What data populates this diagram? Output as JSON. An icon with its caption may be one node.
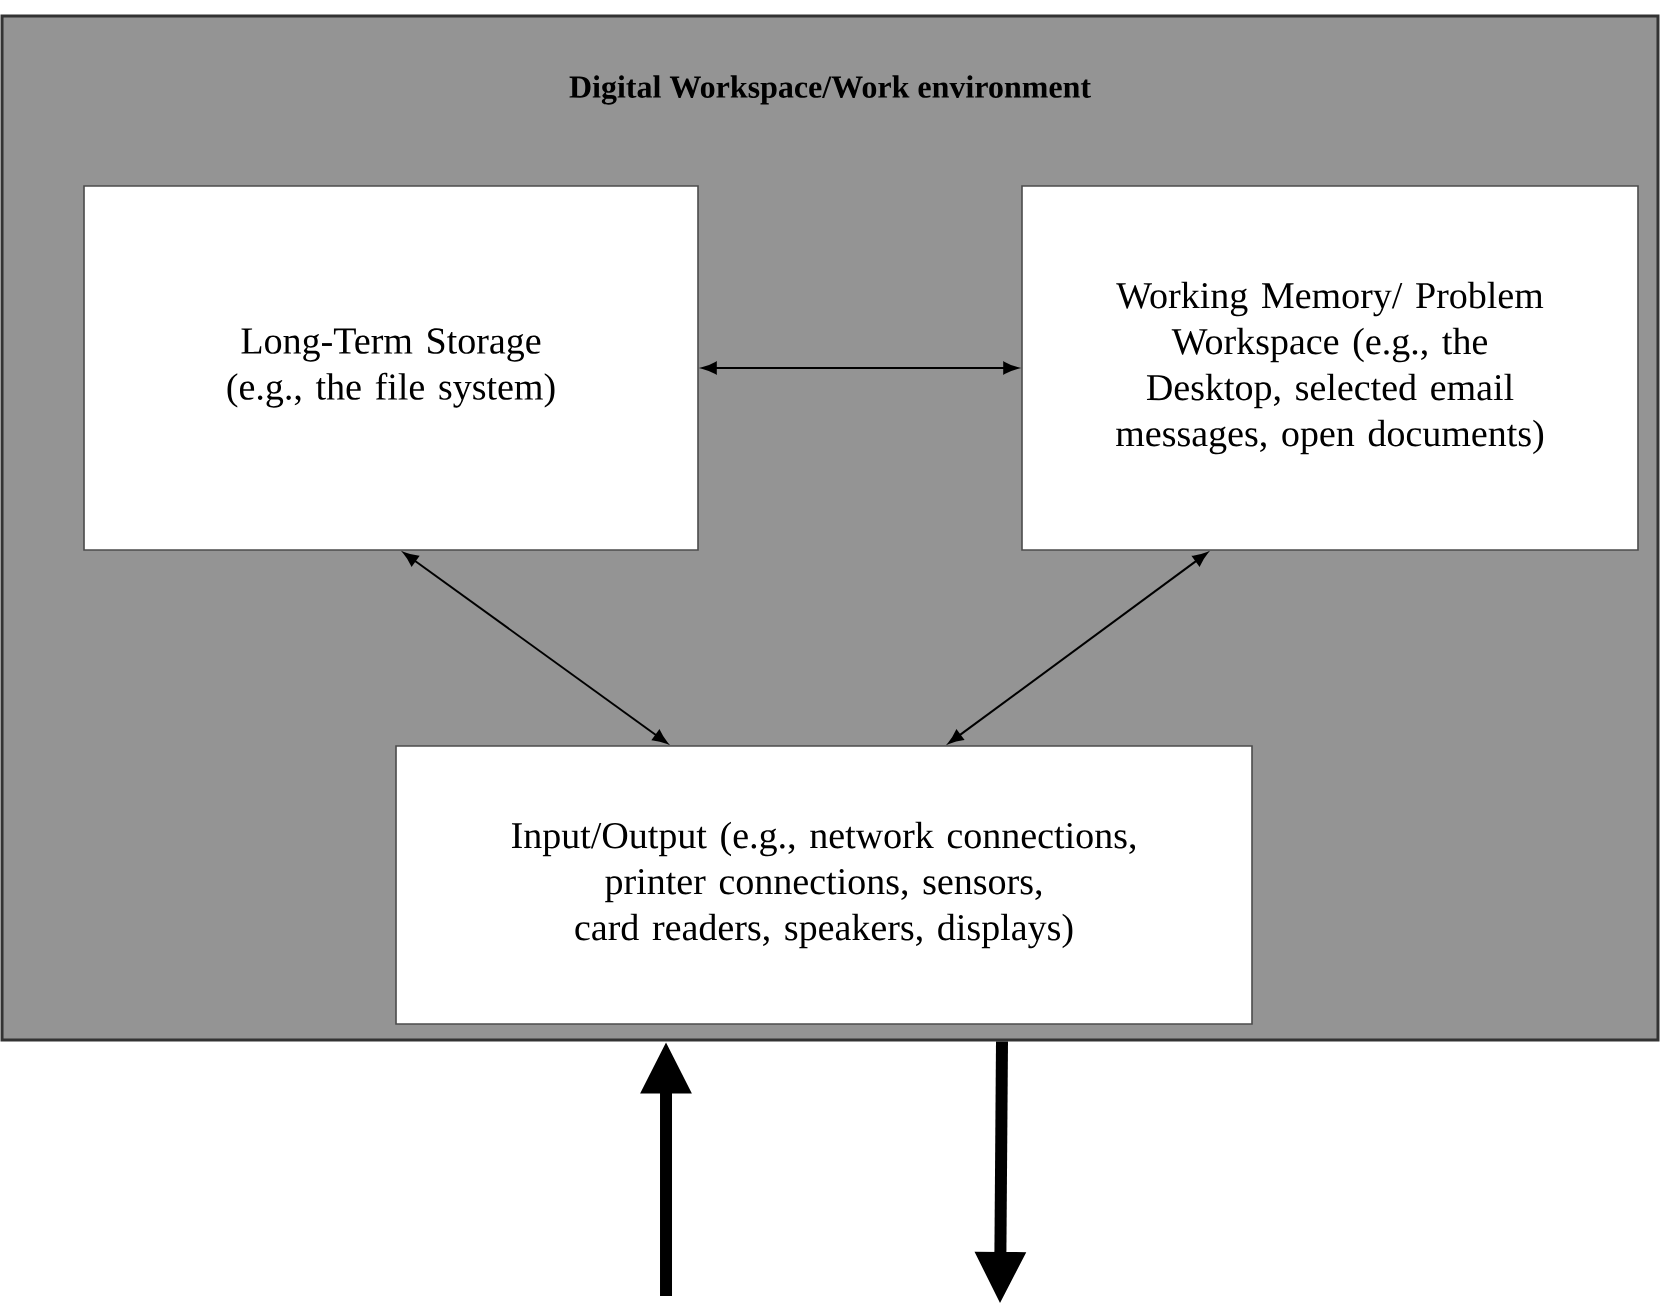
{
  "diagram": {
    "nodes": [
      {
        "text": [
          "Digital Workspace/Work environment"
        ]
      },
      {
        "text": [
          "Long-Term Storage (e.g., the file system)"
        ],
        "in": 0
      },
      {
        "text": [
          "Working Memory/ Problem Workspace (e.g., the Desktop, selected email messages, open documents)"
        ],
        "in": 0
      },
      {
        "text": [
          "Input/Output (e.g., network connections, printer connections, sensors, card readers, speakers, displays)"
        ],
        "in": 0
      }
    ],
    "edges": [
      {
        "from": 1,
        "to": 2,
        "arrow": "both"
      },
      {
        "from": 1,
        "to": 3,
        "arrow": "both"
      },
      {
        "from": 2,
        "to": 3,
        "arrow": "both"
      },
      {
        "from": null,
        "to": 0,
        "arrow": "to",
        "style": "thick"
      },
      {
        "from": 0,
        "to": null,
        "arrow": "to",
        "style": "thick"
      }
    ]
  }
}
